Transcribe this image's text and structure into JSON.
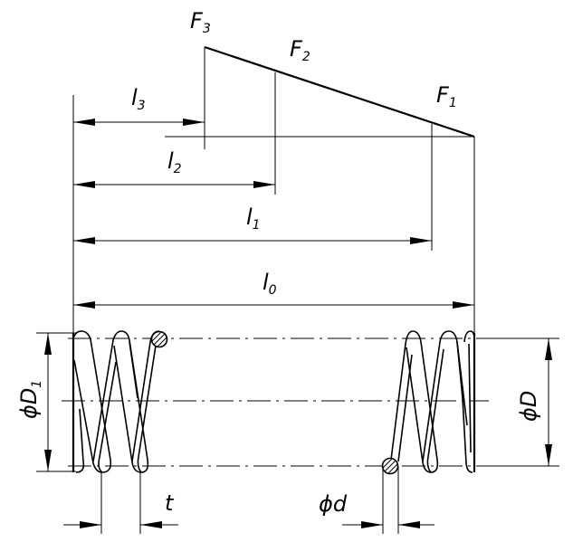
{
  "force_labels": {
    "f3": {
      "main": "F",
      "sub": "3"
    },
    "f2": {
      "main": "F",
      "sub": "2"
    },
    "f1": {
      "main": "F",
      "sub": "1"
    }
  },
  "length_labels": {
    "l3": {
      "main": "l",
      "sub": "3"
    },
    "l2": {
      "main": "l",
      "sub": "2"
    },
    "l1": {
      "main": "l",
      "sub": "1"
    },
    "l0": {
      "main": "l",
      "sub": "0"
    }
  },
  "diameter_labels": {
    "outer": {
      "main": "ϕD",
      "sub": ""
    },
    "inner": {
      "main": "ϕD",
      "sub": "1"
    },
    "wire": {
      "main": "ϕd",
      "sub": ""
    }
  },
  "pitch_label": "t"
}
